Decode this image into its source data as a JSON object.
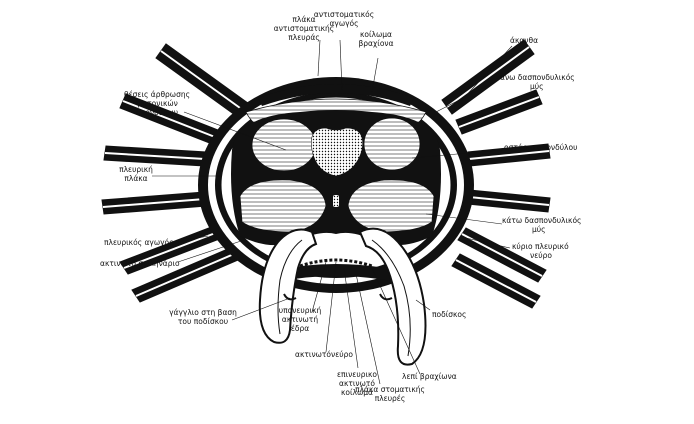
{
  "labels": {
    "plaka_antistomatikis_pleuras": [
      "πλάκα",
      "αντιστοματικής",
      "πλευράς"
    ],
    "antistomatikos_agogos": [
      "αντιστοματικός",
      "αγωγός"
    ],
    "koiloma_vrachiona": [
      "κοίλωμα",
      "βραχίονα"
    ],
    "akantha": [
      "άκανθα"
    ],
    "ano_dasspondylikos_mys": [
      "ανω  δασπονδυλικός",
      "μύς"
    ],
    "ostario_spondylou": [
      "οστάριο σπονδύλου"
    ],
    "kato_dasspondylikos_mys": [
      "κάτω δασπονδυλικός",
      "μύς"
    ],
    "kyrio_pleuriko_neuro": [
      "κύριο πλευρικό",
      "νεύρο"
    ],
    "podiskos": [
      "ποδίσκος"
    ],
    "lepi_vrachiona": [
      "λεπί βραχίωνα"
    ],
    "plaka_stomatikis_pleures": [
      "πλάκα στοματικής",
      "πλευρές"
    ],
    "epineuriko_aktinoto_koiloma": [
      "επινευρικο",
      "ακτινωτό",
      "κοίλωμα"
    ],
    "aktinoto_neuro": [
      "ακτινωτόνεύρο"
    ],
    "ypoineuriki_aktinoti_edra": [
      "υπονευρική",
      "ακτινωτή",
      "έδρα"
    ],
    "ganglio": [
      "γάγγλιο στη βαση",
      "του ποδίσκου"
    ],
    "aktinoto_solinario": [
      "ακτινωτό σωληνάριο"
    ],
    "pleurikos_agogos": [
      "πλευρικός αγωγός"
    ],
    "pleuriki_plaka": [
      "πλευρική",
      "πλάκα"
    ],
    "theseis_arthrosis": [
      "θέσεις άρθρωσης",
      "γειτονικών",
      "σπονδύλων"
    ]
  }
}
